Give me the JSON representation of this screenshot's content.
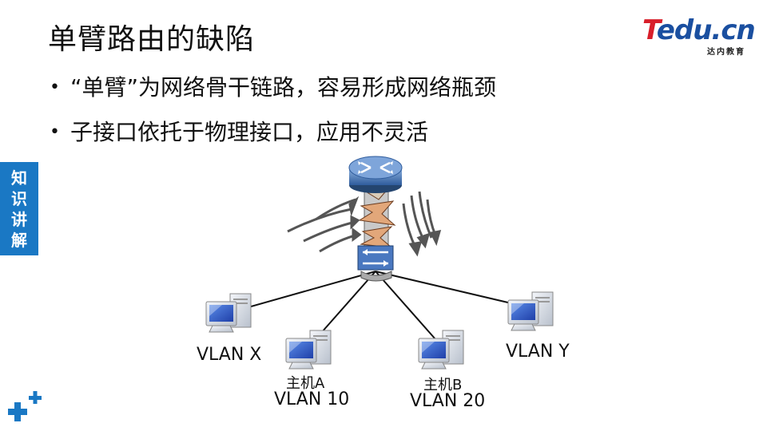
{
  "slide": {
    "title": "单臂路由的缺陷",
    "bullets": [
      "“单臂”为网络骨干链路，容易形成网络瓶颈",
      "子接口依托于物理接口，应用不灵活"
    ],
    "side_tab": [
      "知",
      "识",
      "讲",
      "解"
    ]
  },
  "logo": {
    "brand_t": "T",
    "brand_rest": "edu.cn",
    "subtitle": "达内教育"
  },
  "diagram": {
    "router_icon": "router-icon",
    "switch_icon": "switch-icon",
    "host_icon": "computer-icon",
    "hosts": [
      {
        "name": "",
        "vlan": "VLAN X"
      },
      {
        "name": "主机A",
        "vlan": "VLAN 10"
      },
      {
        "name": "主机B",
        "vlan": "VLAN 20"
      },
      {
        "name": "",
        "vlan": "VLAN Y"
      }
    ]
  },
  "colors": {
    "accent_blue": "#1a78c4",
    "logo_red": "#d81e2a",
    "logo_blue": "#1a4fa0"
  }
}
